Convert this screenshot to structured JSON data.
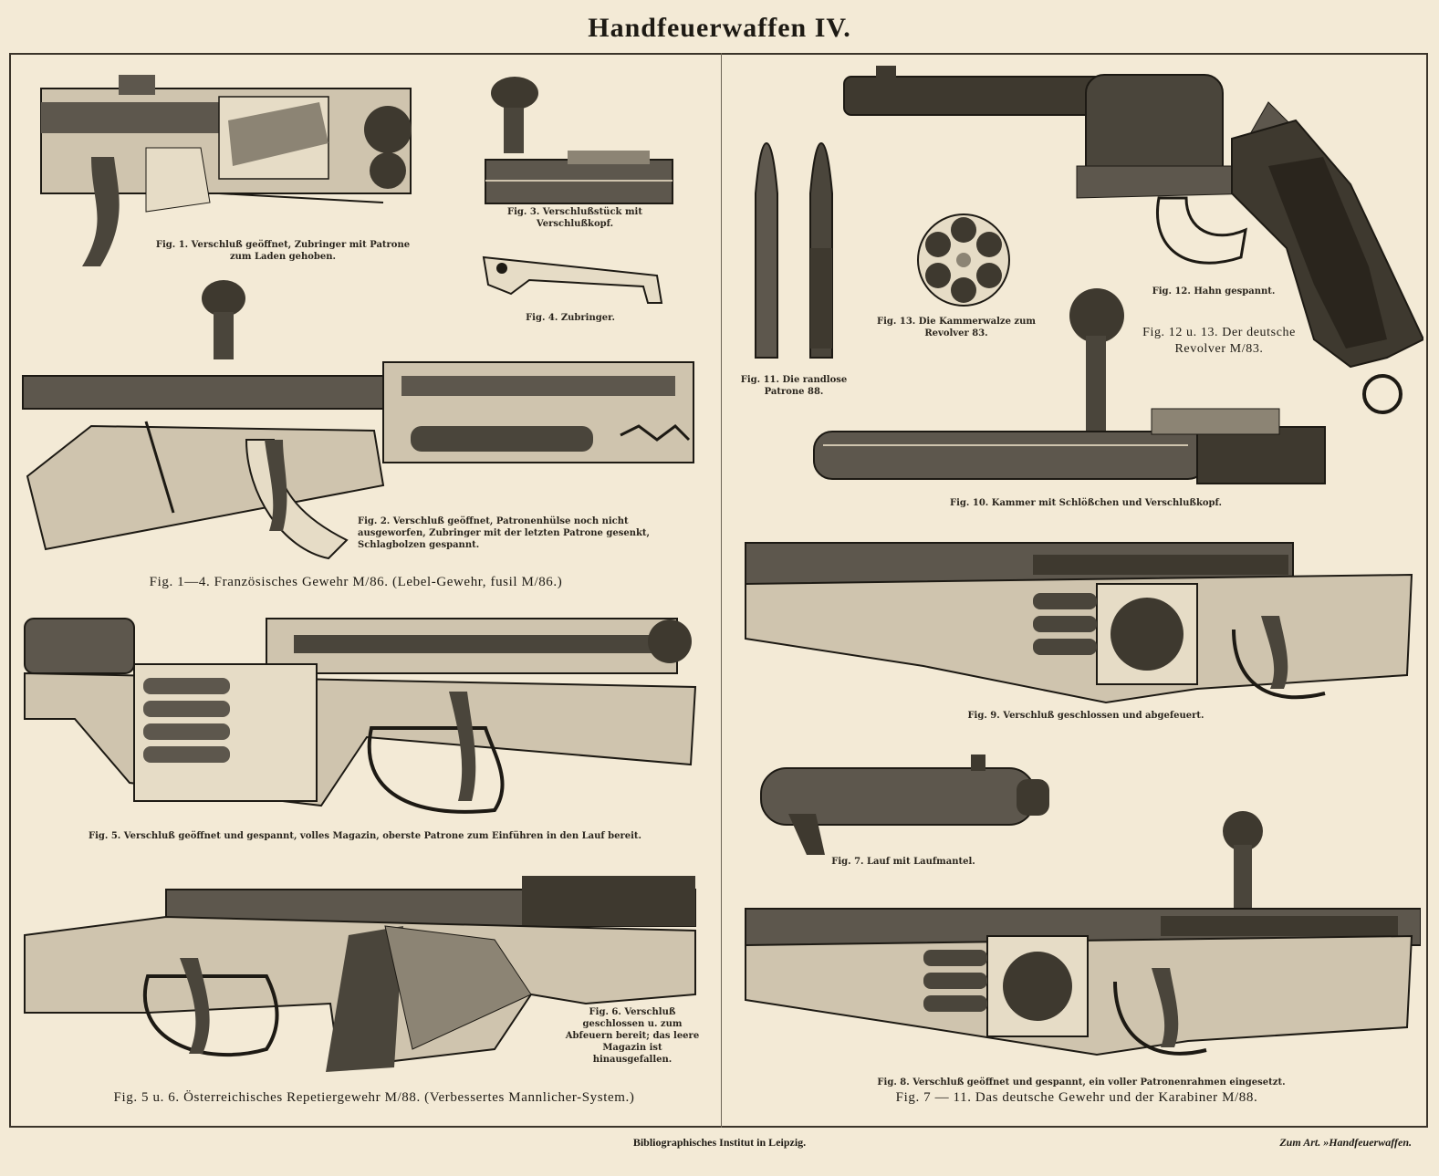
{
  "plate": {
    "title": "Handfeuerwaffen IV.",
    "publisher": "Bibliographisches Institut in Leipzig.",
    "article_ref": "Zum Art. »Handfeuerwaffen."
  },
  "colors": {
    "paper": "#f3ead6",
    "ink": "#1d1a14",
    "wood": "#cfc4ae",
    "metal": "#5d574d"
  },
  "figures": {
    "fig1": "Fig. 1. Verschluß geöffnet, Zubringer mit Patrone zum Laden gehoben.",
    "fig3": "Fig. 3. Verschlußstück mit Verschlußkopf.",
    "fig4": "Fig. 4. Zubringer.",
    "fig2": "Fig. 2. Verschluß geöffnet, Patronenhülse noch nicht ausgeworfen, Zubringer mit der letzten Patrone gesenkt, Schlagbolzen gespannt.",
    "fig5": "Fig. 5. Verschluß geöffnet und gespannt, volles Magazin, oberste Patrone zum Einführen in den Lauf bereit.",
    "fig6": "Fig. 6. Verschluß geschlossen u. zum Abfeuern bereit; das leere Magazin ist hinausgefallen.",
    "fig11": "Fig. 11. Die randlose Patrone 88.",
    "fig13": "Fig. 13. Die Kammerwalze zum Revolver 83.",
    "fig12": "Fig. 12. Hahn gespannt.",
    "fig10": "Fig. 10. Kammer mit Schlößchen und Verschlußkopf.",
    "fig9": "Fig. 9. Verschluß geschlossen und abgefeuert.",
    "fig7": "Fig. 7. Lauf mit Laufmantel.",
    "fig8": "Fig. 8. Verschluß geöffnet und gespannt, ein voller Patronenrahmen eingesetzt."
  },
  "groups": {
    "g1": "Fig. 1—4. Französisches Gewehr M/86. (Lebel-Gewehr, fusil M/86.)",
    "g2": "Fig. 5 u. 6. Österreichisches Repetiergewehr M/88. (Verbessertes Mannlicher-System.)",
    "g3": "Fig. 12 u. 13. Der deutsche Revolver M/83.",
    "g4": "Fig. 7 — 11. Das deutsche Gewehr und der Karabiner M/88."
  }
}
